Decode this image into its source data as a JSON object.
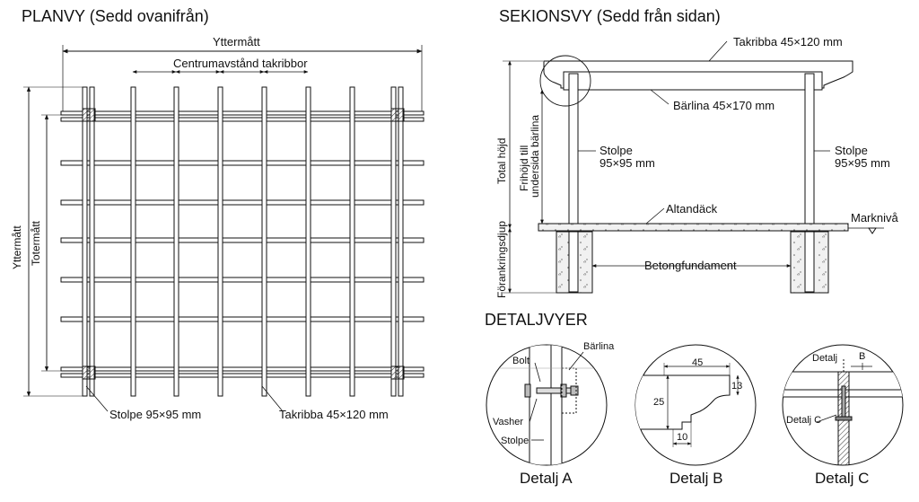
{
  "plan": {
    "title": "PLANVY (Sedd ovanifrån)",
    "outer_dim": "Yttermått",
    "rafter_spacing": "Centrumavstånd takribbor",
    "outer_dim_vertical": "Yttermått",
    "total_dim_vertical": "Totermått",
    "post_label": "Stolpe 95×95 mm",
    "rafter_label": "Takribba 45×120 mm"
  },
  "section": {
    "title": "SEKIONSVY (Sedd från sidan)",
    "rafter_label": "Takribba 45×120 mm",
    "beam_label": "Bärlina 45×170 mm",
    "total_height": "Total höjd",
    "clear_height_line1": "Frihöjd till",
    "clear_height_line2": "undersida bärlina",
    "post_left_line1": "Stolpe",
    "post_left_line2": "95×95 mm",
    "post_right_line1": "Stolpe",
    "post_right_line2": "95×95 mm",
    "deck_label": "Altandäck",
    "ground_label": "Marknivå",
    "anchor_depth": "Förankringsdjup",
    "foundation_label": "Betongfundament"
  },
  "details": {
    "title": "DETALJVYER",
    "a": {
      "caption": "Detalj A",
      "bolt": "Bolt",
      "beam": "Bärlina",
      "washer": "Vasher",
      "post": "Stolpe"
    },
    "b": {
      "caption": "Detalj B",
      "dim_width": "45",
      "dim_height": "25",
      "dim_right": "13",
      "dim_bottom": "10"
    },
    "c": {
      "caption": "Detalj C",
      "detail_label": "Detalj",
      "detail_b": "B",
      "detail_c_label": "Detalj C"
    }
  }
}
